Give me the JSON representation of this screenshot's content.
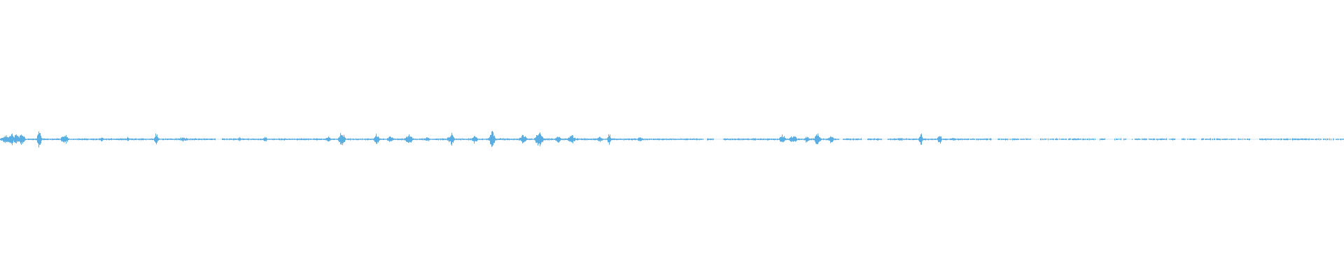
{
  "waveform": {
    "color": "#5aaee3",
    "background": "#ffffff",
    "description_hidden": "",
    "bursts": [
      {
        "pos": 0.004,
        "amp": 0.1,
        "width": 0.004
      },
      {
        "pos": 0.008,
        "amp": 0.16,
        "width": 0.003
      },
      {
        "pos": 0.012,
        "amp": 0.11,
        "width": 0.004
      },
      {
        "pos": 0.016,
        "amp": 0.14,
        "width": 0.003
      },
      {
        "pos": 0.029,
        "amp": 0.22,
        "width": 0.002
      },
      {
        "pos": 0.048,
        "amp": 0.1,
        "width": 0.004
      },
      {
        "pos": 0.075,
        "amp": 0.05,
        "width": 0.003
      },
      {
        "pos": 0.095,
        "amp": 0.05,
        "width": 0.002
      },
      {
        "pos": 0.116,
        "amp": 0.14,
        "width": 0.002
      },
      {
        "pos": 0.136,
        "amp": 0.06,
        "width": 0.004
      },
      {
        "pos": 0.178,
        "amp": 0.05,
        "width": 0.002
      },
      {
        "pos": 0.197,
        "amp": 0.05,
        "width": 0.003
      },
      {
        "pos": 0.244,
        "amp": 0.07,
        "width": 0.003
      },
      {
        "pos": 0.254,
        "amp": 0.2,
        "width": 0.003
      },
      {
        "pos": 0.28,
        "amp": 0.12,
        "width": 0.003
      },
      {
        "pos": 0.29,
        "amp": 0.06,
        "width": 0.004
      },
      {
        "pos": 0.304,
        "amp": 0.11,
        "width": 0.004
      },
      {
        "pos": 0.318,
        "amp": 0.05,
        "width": 0.003
      },
      {
        "pos": 0.334,
        "amp": 0.06,
        "width": 0.003
      },
      {
        "pos": 0.336,
        "amp": 0.15,
        "width": 0.002
      },
      {
        "pos": 0.353,
        "amp": 0.09,
        "width": 0.003
      },
      {
        "pos": 0.366,
        "amp": 0.18,
        "width": 0.003
      },
      {
        "pos": 0.389,
        "amp": 0.09,
        "width": 0.004
      },
      {
        "pos": 0.401,
        "amp": 0.17,
        "width": 0.004
      },
      {
        "pos": 0.415,
        "amp": 0.08,
        "width": 0.003
      },
      {
        "pos": 0.425,
        "amp": 0.09,
        "width": 0.004
      },
      {
        "pos": 0.446,
        "amp": 0.07,
        "width": 0.003
      },
      {
        "pos": 0.453,
        "amp": 0.14,
        "width": 0.002
      },
      {
        "pos": 0.476,
        "amp": 0.06,
        "width": 0.003
      },
      {
        "pos": 0.582,
        "amp": 0.1,
        "width": 0.003
      },
      {
        "pos": 0.59,
        "amp": 0.09,
        "width": 0.004
      },
      {
        "pos": 0.6,
        "amp": 0.07,
        "width": 0.003
      },
      {
        "pos": 0.608,
        "amp": 0.16,
        "width": 0.003
      },
      {
        "pos": 0.618,
        "amp": 0.1,
        "width": 0.003
      },
      {
        "pos": 0.67,
        "amp": 0.04,
        "width": 0.003
      },
      {
        "pos": 0.685,
        "amp": 0.12,
        "width": 0.002
      },
      {
        "pos": 0.699,
        "amp": 0.12,
        "width": 0.002
      },
      {
        "pos": 0.709,
        "amp": 0.04,
        "width": 0.003
      }
    ],
    "gaps": [
      {
        "start": 0.16,
        "end": 0.165
      },
      {
        "start": 0.523,
        "end": 0.526
      },
      {
        "start": 0.531,
        "end": 0.538
      },
      {
        "start": 0.624,
        "end": 0.627
      },
      {
        "start": 0.641,
        "end": 0.645
      },
      {
        "start": 0.656,
        "end": 0.66
      },
      {
        "start": 0.738,
        "end": 0.742
      },
      {
        "start": 0.767,
        "end": 0.773
      },
      {
        "start": 0.815,
        "end": 0.818
      },
      {
        "start": 0.822,
        "end": 0.829
      },
      {
        "start": 0.838,
        "end": 0.842
      },
      {
        "start": 0.875,
        "end": 0.879
      },
      {
        "start": 0.89,
        "end": 0.893
      },
      {
        "start": 0.93,
        "end": 0.936
      }
    ]
  }
}
